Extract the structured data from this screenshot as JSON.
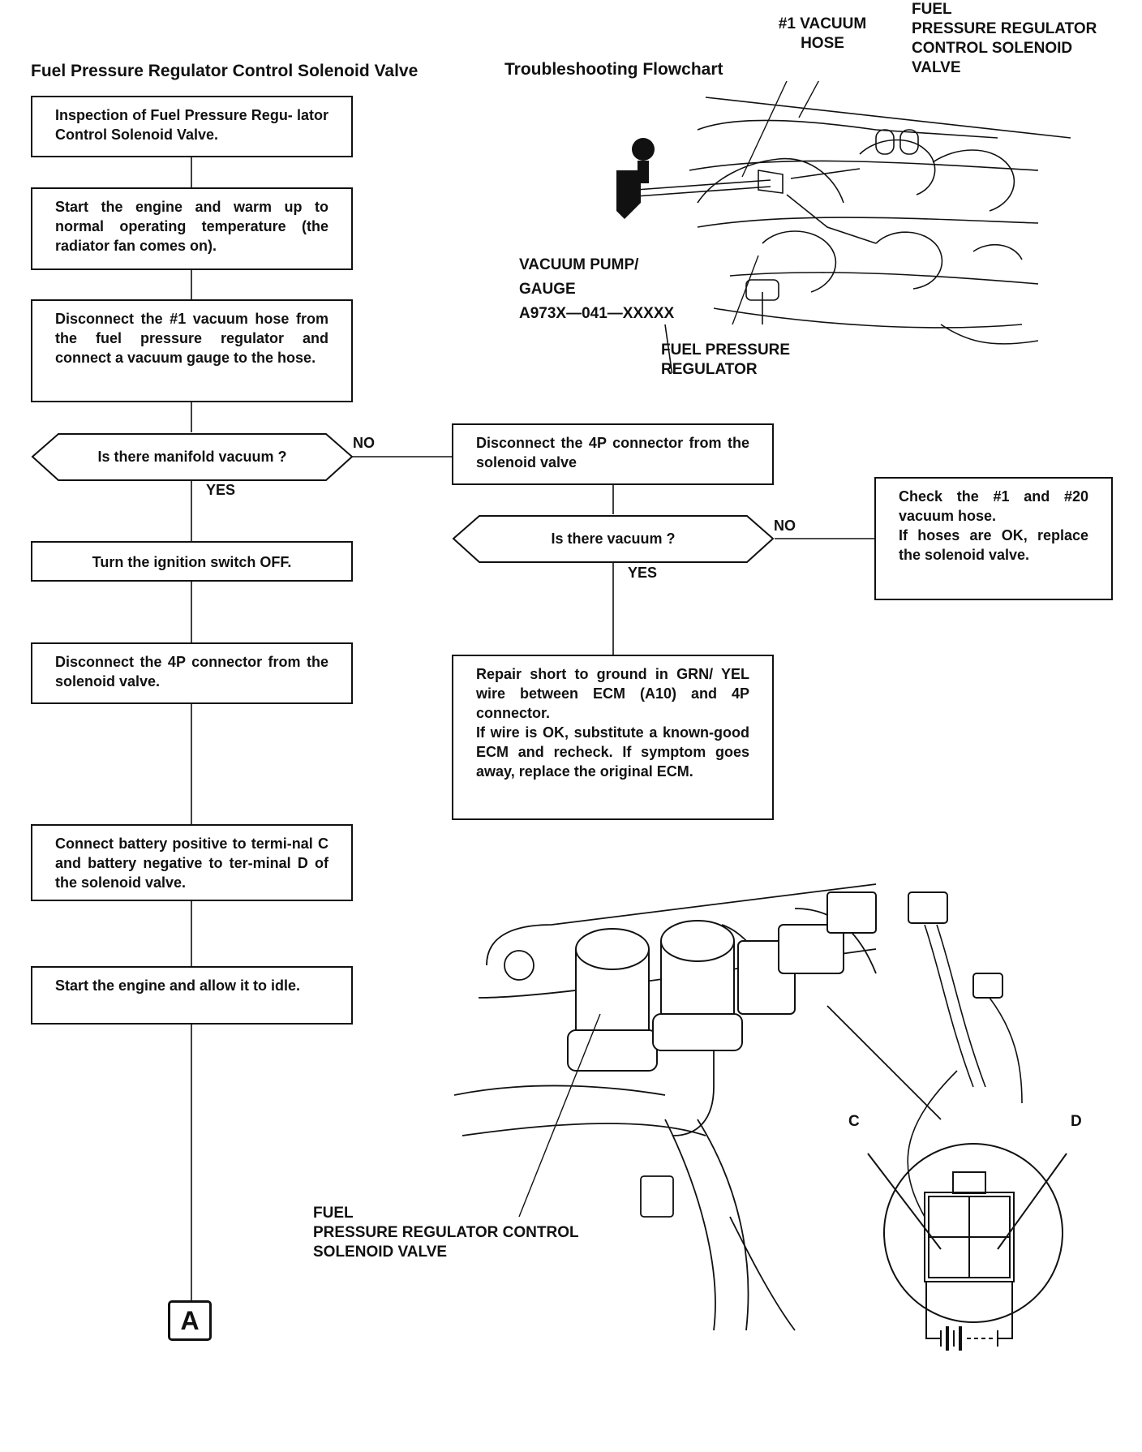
{
  "header": {
    "title_left": "Fuel Pressure Regulator Control Solenoid Valve",
    "title_right": "Troubleshooting Flowchart"
  },
  "flowchart": {
    "steps": [
      "Inspection of Fuel Pressure Regu-\nlator Control Solenoid Valve.",
      "Start the engine and warm up to normal operating temperature (the radiator fan comes on).",
      "Disconnect the #1 vacuum hose from the fuel pressure regulator and connect a vacuum gauge to the hose.",
      "Turn the ignition switch OFF.",
      "Disconnect the 4P connector from the solenoid valve.",
      "Connect battery positive to termi-nal C and battery negative to ter-minal D of the solenoid valve.",
      "Start the engine and allow it to idle."
    ],
    "decision_1": "Is there manifold vacuum ?",
    "decision_1_yes": "YES",
    "decision_1_no": "NO",
    "branch_step": "Disconnect the 4P connector from the solenoid valve",
    "decision_2": "Is there vacuum ?",
    "decision_2_yes": "YES",
    "decision_2_no": "NO",
    "result_no": "Check the #1 and #20 vacuum hose.\nIf hoses are OK, replace the solenoid valve.",
    "result_yes": "Repair short to ground in GRN/ YEL wire between ECM (A10) and 4P connector.\nIf wire is OK, substitute a known-good ECM and recheck. If symptom goes away, replace the original ECM.",
    "connector": "A"
  },
  "illustration_top": {
    "label_hose": "#1  VACUUM\nHOSE",
    "label_valve": "FUEL\nPRESSURE REGULATOR\nCONTROL SOLENOID\nVALVE",
    "label_pump": "VACUUM PUMP/\nGAUGE\nA973X—041—XXXXX",
    "label_regulator": "FUEL PRESSURE\nREGULATOR"
  },
  "illustration_bottom": {
    "label_valve": "FUEL\nPRESSURE REGULATOR CONTROL\nSOLENOID VALVE",
    "terminal_c": "C",
    "terminal_d": "D"
  }
}
